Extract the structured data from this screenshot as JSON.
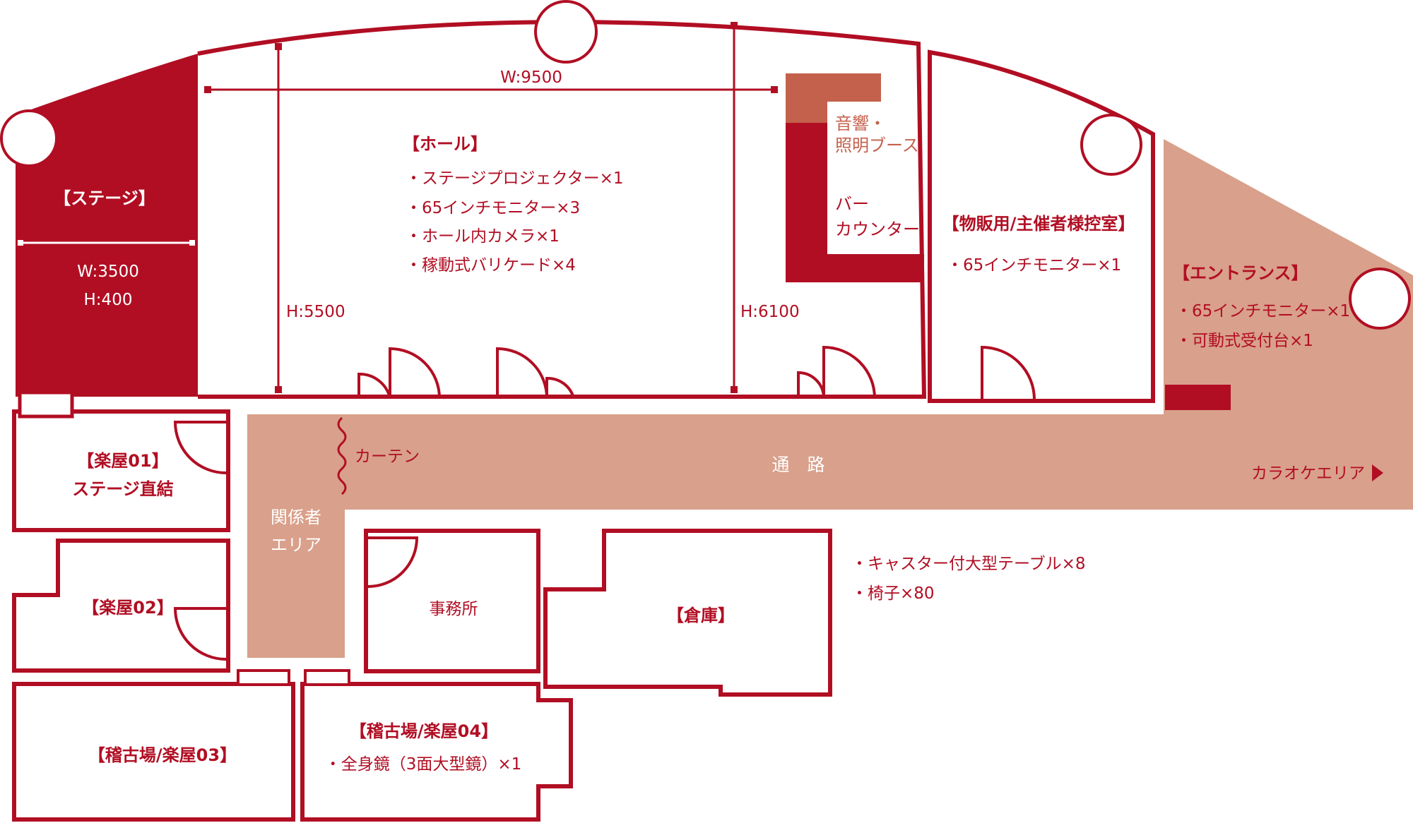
{
  "colors": {
    "accent_red": "#b10e23",
    "corridor_tan": "#d9a08b",
    "booth_brown": "#c4614c",
    "background": "#ffffff"
  },
  "stage": {
    "title": "【ステージ】",
    "width": "W:3500",
    "height": "H:400"
  },
  "hall": {
    "title": "【ホール】",
    "items": [
      "・ステージプロジェクター×1",
      "・65インチモニター×3",
      "・ホール内カメラ×1",
      "・稼動式バリケード×4"
    ],
    "width": "W:9500",
    "height_left": "H:5500",
    "height_right": "H:6100"
  },
  "booth": {
    "line1": "音響・",
    "line2": "照明ブース"
  },
  "bar": {
    "line1": "バー",
    "line2": "カウンター"
  },
  "green_room": {
    "title": "【物販用/主催者様控室】",
    "items": [
      "・65インチモニター×1"
    ]
  },
  "entrance": {
    "title": "【エントランス】",
    "items": [
      "・65インチモニター×1",
      "・可動式受付台×1"
    ]
  },
  "corridor": {
    "label": "通　路",
    "curtain": "カーテン",
    "karaoke": "カラオケエリア",
    "arrow_icon": "triangle-right-icon",
    "staff_area_line1": "関係者",
    "staff_area_line2": "エリア"
  },
  "dressing01": {
    "line1": "【楽屋01】",
    "line2": "ステージ直結"
  },
  "dressing02": {
    "title": "【楽屋02】"
  },
  "office": {
    "title": "事務所"
  },
  "storage": {
    "title": "【倉庫】",
    "items": [
      "・キャスター付大型テーブル×8",
      "・椅子×80"
    ]
  },
  "rehearsal03": {
    "title": "【稽古場/楽屋03】"
  },
  "rehearsal04": {
    "title": "【稽古場/楽屋04】",
    "items": [
      "・全身鏡（3面大型鏡）×1"
    ]
  }
}
